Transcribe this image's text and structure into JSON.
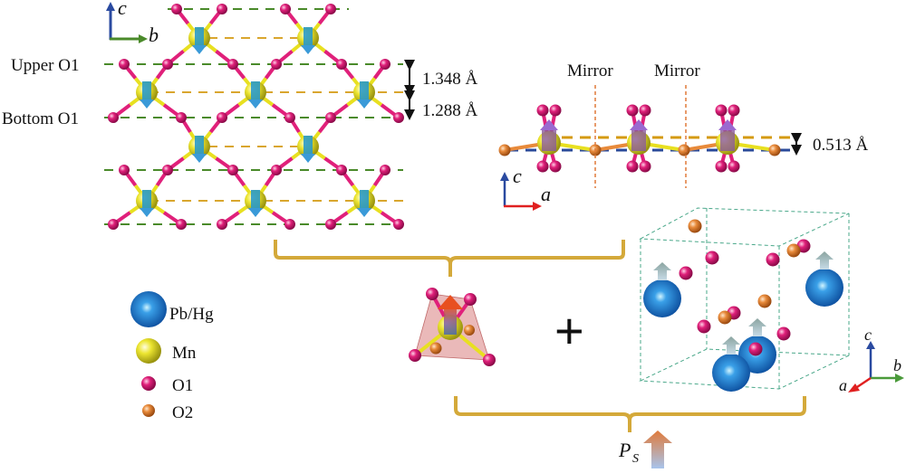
{
  "left_panel": {
    "axes": {
      "vertical": "c",
      "horizontal": "b"
    },
    "upper_label": "Upper O1",
    "bottom_label": "Bottom O1",
    "distance_upper": "1.348 Å",
    "distance_bottom": "1.288 Å"
  },
  "right_panel": {
    "mirror_labels": [
      "Mirror",
      "Mirror"
    ],
    "distance": "0.513 Å",
    "axes": {
      "vertical": "c",
      "horizontal": "a"
    }
  },
  "legend": {
    "items": [
      {
        "label": "Pb/Hg",
        "color": "#1f78d1"
      },
      {
        "label": "Mn",
        "color": "#e8e020"
      },
      {
        "label": "O1",
        "color": "#e0207a"
      },
      {
        "label": "O2",
        "color": "#e88a3a"
      }
    ]
  },
  "middle": {
    "plus_symbol": "+"
  },
  "unit_cell": {
    "axes": {
      "vertical": "c",
      "horizontal": "b",
      "depth": "a"
    }
  },
  "polarization": {
    "label_main": "P",
    "label_sub": "S"
  },
  "colors": {
    "mn": "#e8e020",
    "o1": "#e0207a",
    "o2": "#e88a3a",
    "pb": "#1f78d1",
    "bracket": "#d4a93a",
    "green_dash": "#4a8a2a",
    "orange_dash": "#d49a10",
    "blue_dash": "#2a4a9a",
    "moment_arrow": "#3a9ad8"
  }
}
